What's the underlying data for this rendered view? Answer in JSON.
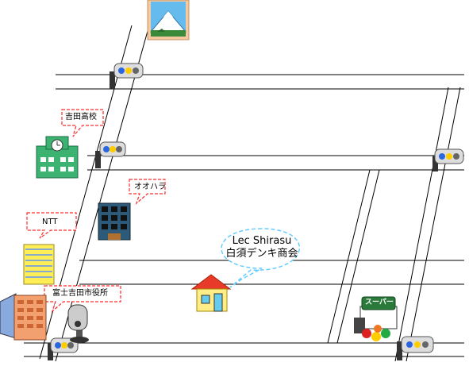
{
  "map": {
    "labels": {
      "school": "吉田高校",
      "ohara": "オオハラ",
      "ntt": "NTT",
      "city_hall": "富士吉田市役所",
      "supermarket": "スーパー"
    },
    "shop_callout": {
      "line1": "Lec Shirasu",
      "line2": "白須デンキ商会"
    },
    "colors": {
      "road": "#000000",
      "callout_dash": "#ff2a2a",
      "shop_bubble": "#66ccff",
      "building_school": "#3cb371",
      "building_ntt": "#ffee55",
      "building_ohara": "#2e5a7a",
      "house_roof": "#e83a2a",
      "house_wall": "#ffee88",
      "stamp_sky": "#66bbee"
    },
    "icons": [
      "mount-fuji-stamp-icon",
      "traffic-light-icon",
      "school-building-icon",
      "office-building-icon",
      "tower-building-icon",
      "city-hall-building-icon",
      "house-icon",
      "supermarket-icon",
      "public-telephone-icon"
    ]
  }
}
